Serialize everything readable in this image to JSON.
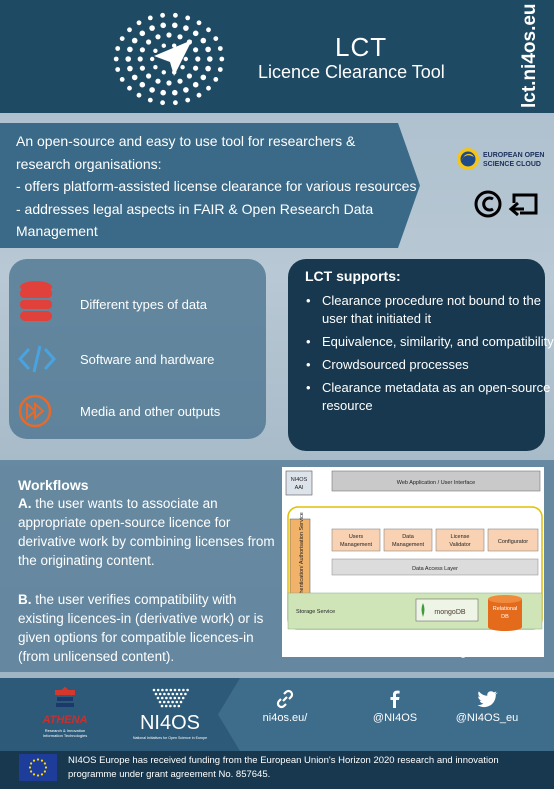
{
  "header": {
    "title": "LCT",
    "subtitle": "Licence Clearance Tool",
    "side_url": "lct.ni4os.eu"
  },
  "intro": {
    "lines": [
      "An open-source and easy to use tool for researchers &",
      "research organisations:",
      "- offers platform-assisted license clearance for various resources",
      "- addresses legal aspects in FAIR & Open Research Data",
      "Management"
    ],
    "eosc_line1": "EUROPEAN OPEN",
    "eosc_line2": "SCIENCE CLOUD"
  },
  "resource_types": [
    {
      "label": "Different types of data",
      "icon": "database-icon",
      "color": "#e0423b"
    },
    {
      "label": "Software and hardware",
      "icon": "code-icon",
      "color": "#4aa3e0"
    },
    {
      "label": "Media and other outputs",
      "icon": "fast-forward-icon",
      "color": "#e86a2a"
    }
  ],
  "supports": {
    "title": "LCT supports:",
    "items": [
      "Clearance procedure not bound to the user that initiated it",
      "Equivalence, similarity, and compatibility",
      "Crowdsourced processes",
      "Clearance metadata as an open-source resource"
    ]
  },
  "workflows": {
    "title": "Workflows",
    "a_prefix": "A.",
    "a_text": "the user wants to associate an appropriate open-source licence for derivative work by combining licenses from the originating content.",
    "b_prefix": "B.",
    "b_text": "the user verifies compatibility with existing licences-in (derivative work) or is given options for compatible licences-in (from unlicensed content)."
  },
  "diagram": {
    "aai_line1": "NI4OS",
    "aai_line2": "AAI",
    "web_app": "Web Application / User Interface",
    "auth_service": "Authentication/ Authorisation Service",
    "modules": [
      {
        "line1": "Users",
        "line2": "Management"
      },
      {
        "line1": "Data",
        "line2": "Management"
      },
      {
        "line1": "License",
        "line2": "Validator"
      },
      {
        "line1": "Configurator",
        "line2": ""
      }
    ],
    "data_access": "Data Access Layer",
    "storage": "Storage Service",
    "mongo": "mongoDB",
    "relational_line1": "Relational",
    "relational_line2": "DB",
    "caption": "License clearance block diagram"
  },
  "footer": {
    "athena": "ATHENA",
    "athena_sub1": "Research & Innovation",
    "athena_sub2": "Information Technologies",
    "ni4os": "NI4OS",
    "ni4os_sub": "National Initiatives for Open Science in Europe",
    "social": [
      {
        "label": "ni4os.eu/",
        "icon": "link-icon"
      },
      {
        "label": "@NI4OS",
        "icon": "facebook-icon"
      },
      {
        "label": "@NI4OS_eu",
        "icon": "twitter-icon"
      }
    ],
    "funding_line1": "NI4OS Europe has received funding from the European Union's Horizon 2020 research and innovation",
    "funding_line2": "programme under grant agreement No. 857645."
  }
}
